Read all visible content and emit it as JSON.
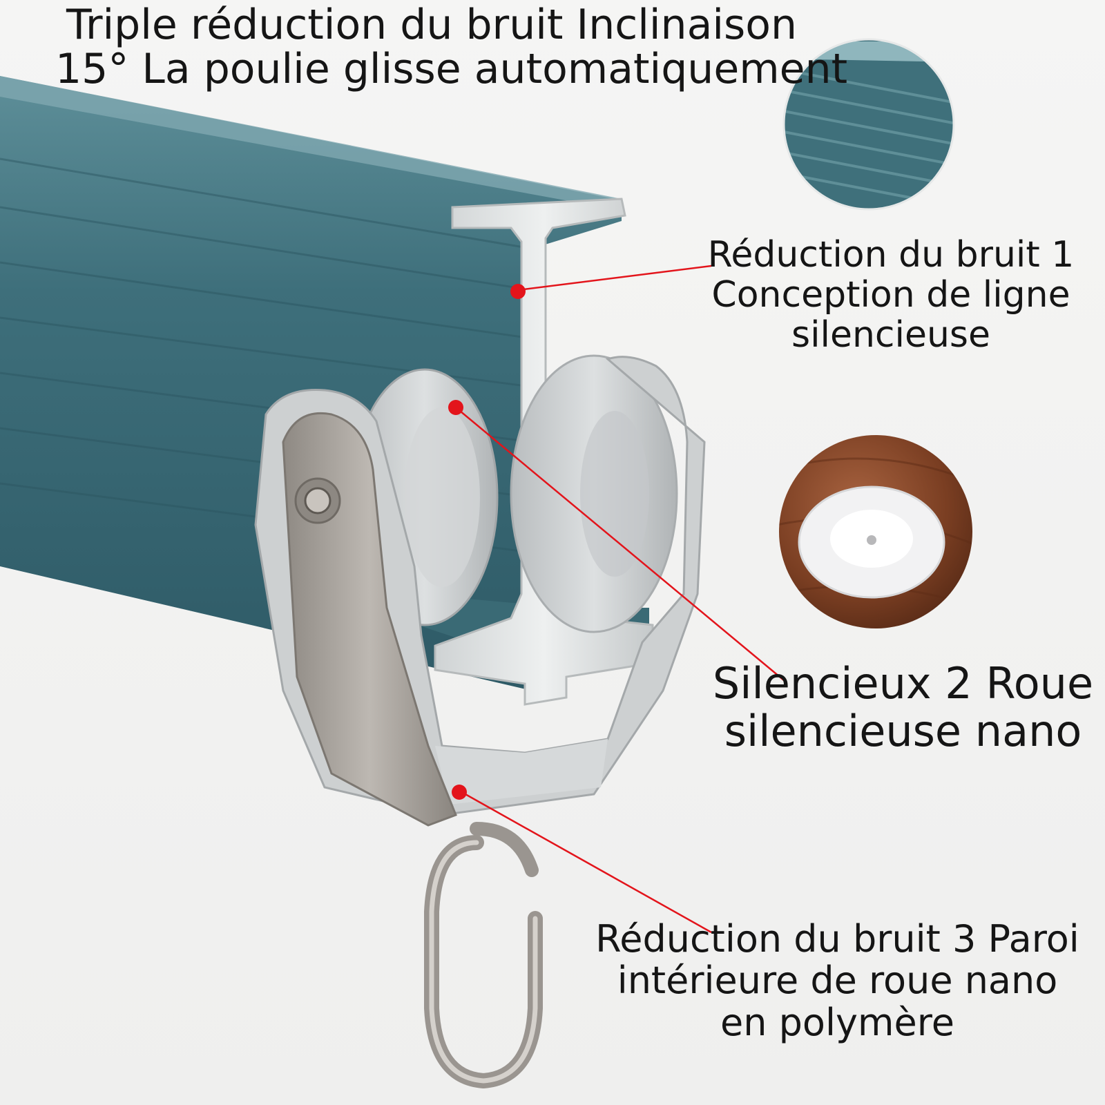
{
  "title": {
    "line1": "Triple réduction du bruit Inclinaison",
    "line2": "15° La poulie glisse automatiquement"
  },
  "callouts": [
    {
      "lines": [
        "Réduction du bruit 1",
        "Conception de ligne",
        "silencieuse"
      ]
    },
    {
      "lines": [
        "Silencieux 2 Roue",
        "silencieuse nano"
      ]
    },
    {
      "lines": [
        "Réduction du bruit 3 Paroi",
        "intérieure de roue nano",
        "en polymère"
      ]
    }
  ],
  "colors": {
    "rail": "#3e6f7b",
    "rail_highlight": "#6b9aa3",
    "aluminium": "#d9dcdc",
    "wheel": "#c8ccce",
    "steel": "#a7a29c",
    "marker": "#e3141b",
    "wood": "#7a3e22"
  }
}
